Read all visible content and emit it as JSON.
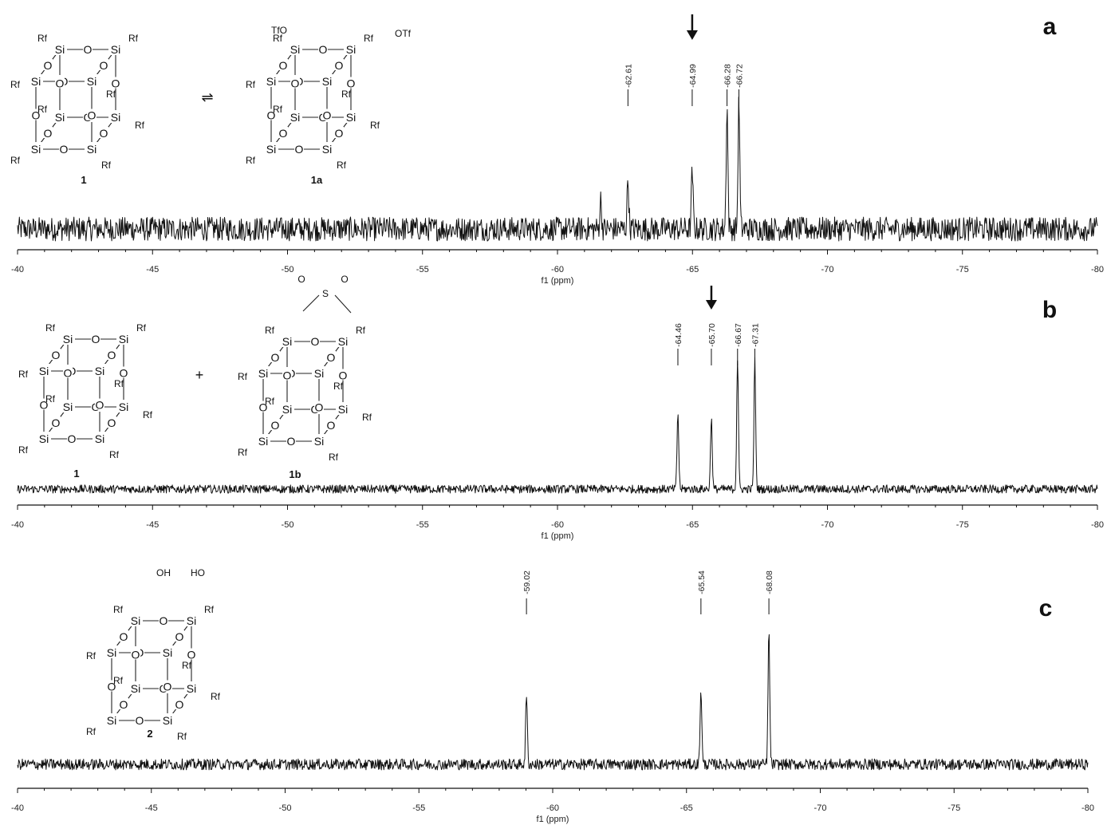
{
  "chart_data": [
    {
      "type": "line",
      "panel": "a",
      "xlabel": "f1 (ppm)",
      "xlim": [
        -40,
        -80
      ],
      "x_ticks": [
        -40,
        -45,
        -50,
        -55,
        -60,
        -65,
        -70,
        -75,
        -80
      ],
      "peak_labels": [
        "-62.61",
        "-64.99",
        "-66.28",
        "-66.72"
      ],
      "peaks": [
        {
          "ppm": -61.6,
          "height": 0.22
        },
        {
          "ppm": -62.61,
          "height": 0.38
        },
        {
          "ppm": -64.99,
          "height": 0.42
        },
        {
          "ppm": -66.28,
          "height": 0.92
        },
        {
          "ppm": -66.72,
          "height": 0.95
        }
      ],
      "arrow_ppm": -64.99,
      "noise": 0.09,
      "molecules": [
        {
          "name": "1"
        },
        {
          "name": "1a",
          "substituents": [
            "TfO",
            "OTf"
          ]
        }
      ],
      "operator": "⇌"
    },
    {
      "type": "line",
      "panel": "b",
      "xlabel": "f1 (ppm)",
      "xlim": [
        -40,
        -80
      ],
      "x_ticks": [
        -40,
        -45,
        -50,
        -55,
        -60,
        -65,
        -70,
        -75,
        -80
      ],
      "peak_labels": [
        "-64.46",
        "-65.70",
        "-66.67",
        "-67.31"
      ],
      "peaks": [
        {
          "ppm": -64.46,
          "height": 0.55
        },
        {
          "ppm": -65.7,
          "height": 0.52
        },
        {
          "ppm": -66.67,
          "height": 0.95
        },
        {
          "ppm": -67.31,
          "height": 0.93
        }
      ],
      "arrow_ppm": -65.7,
      "noise": 0.03,
      "molecules": [
        {
          "name": "1"
        },
        {
          "name": "1b",
          "substituents": [
            "O",
            "S",
            "O"
          ]
        }
      ],
      "operator": "+"
    },
    {
      "type": "line",
      "panel": "c",
      "xlabel": "f1 (ppm)",
      "xlim": [
        -40,
        -80
      ],
      "x_ticks": [
        -40,
        -45,
        -50,
        -55,
        -60,
        -65,
        -70,
        -75,
        -80
      ],
      "peak_labels": [
        "-59.02",
        "-65.54",
        "-68.08"
      ],
      "peaks": [
        {
          "ppm": -59.02,
          "height": 0.5
        },
        {
          "ppm": -65.54,
          "height": 0.55
        },
        {
          "ppm": -68.08,
          "height": 0.95
        }
      ],
      "arrow_ppm": null,
      "noise": 0.04,
      "molecules": [
        {
          "name": "2",
          "substituents": [
            "OH",
            "HO"
          ]
        }
      ],
      "operator": ""
    }
  ],
  "atoms": {
    "si": "Si",
    "o": "O",
    "rf": "Rf"
  }
}
